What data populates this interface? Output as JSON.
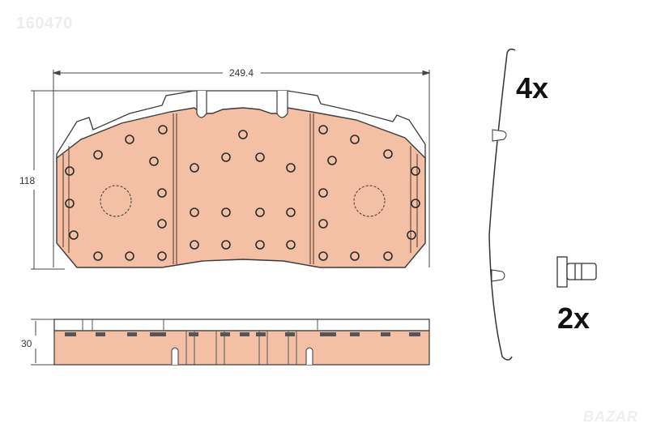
{
  "watermark": {
    "id_text": "160470",
    "site_text": "BAZAR"
  },
  "dimensions": {
    "width": "249.4",
    "height": "118",
    "thickness": "30"
  },
  "accessories": {
    "spring_clip_qty": "4x",
    "bolt_qty": "2x"
  },
  "colors": {
    "pad_fill": "#f3c0a6",
    "outline": "#3a3a3a",
    "rivet": "#2a2a2a"
  }
}
